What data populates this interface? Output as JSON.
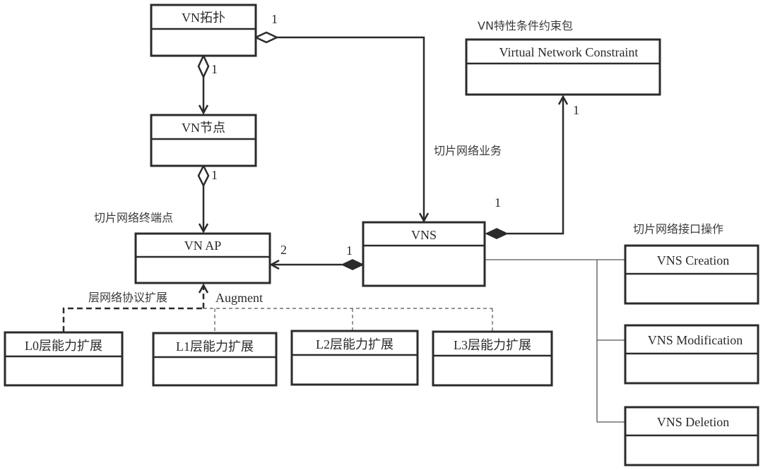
{
  "diagram": {
    "classes": {
      "vn_topology": "VN拓扑",
      "vn_node": "VN节点",
      "vn_ap": "VN AP",
      "vns": "VNS",
      "constraint": "Virtual Network Constraint",
      "l0": "L0层能力扩展",
      "l1": "L1层能力扩展",
      "l2": "L2层能力扩展",
      "l3": "L3层能力扩展",
      "creation": "VNS Creation",
      "modification": "VNS Modification",
      "deletion": "VNS Deletion"
    },
    "annotations": {
      "constraint_package": "VN特性条件约束包",
      "slice_service": "切片网络业务",
      "slice_endpoint": "切片网络终端点",
      "layer_protocol_ext": "层网络协议扩展",
      "augment": "Augment",
      "interface_ops": "切片网络接口操作"
    },
    "multiplicities": {
      "topo_to_vns": "1",
      "topo_to_node": "1",
      "node_to_ap": "1",
      "vns_to_constraint_target": "1",
      "vns_to_constraint_source": "1",
      "vns_to_ap_target": "2",
      "vns_to_ap_source": "1"
    }
  }
}
